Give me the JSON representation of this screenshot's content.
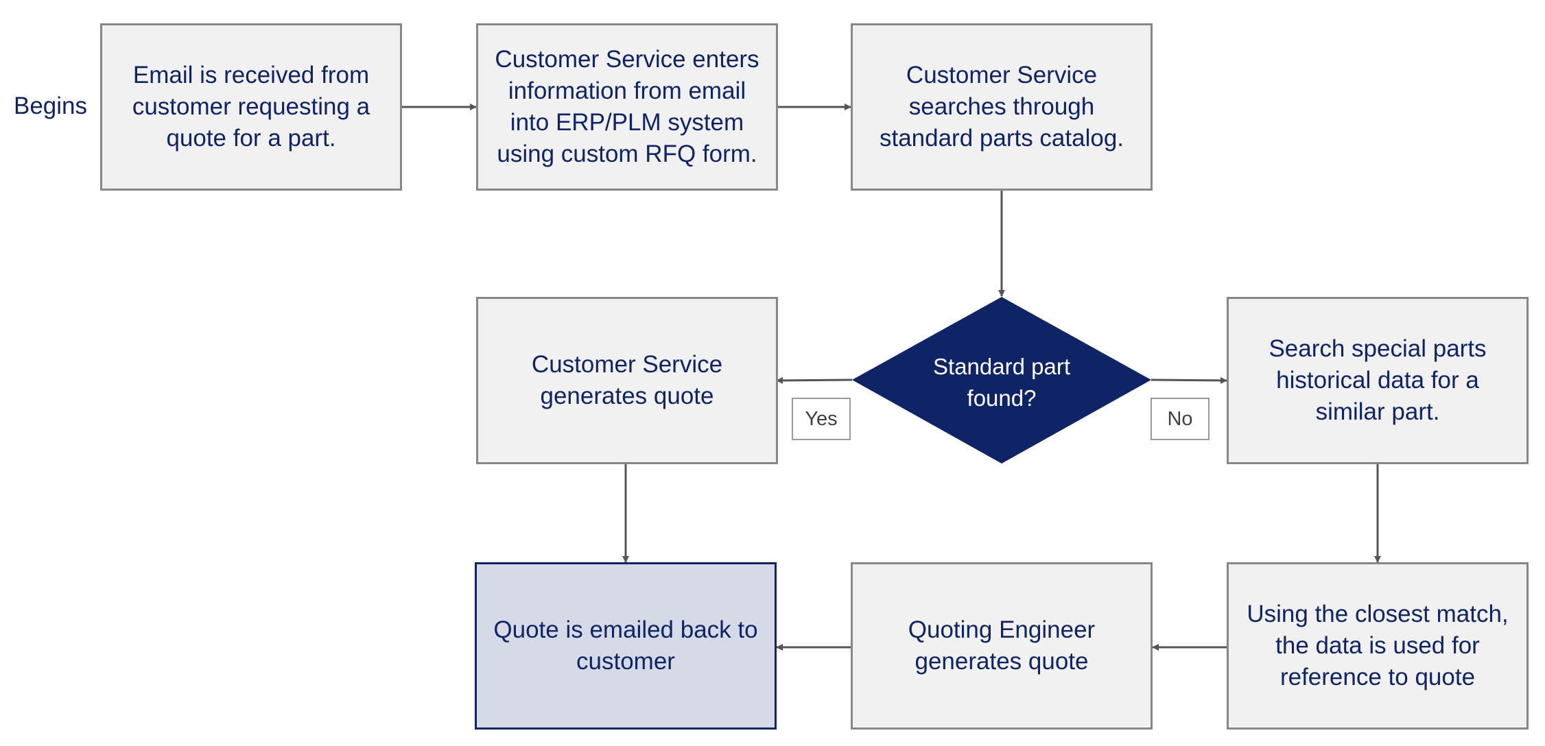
{
  "start_label": "Begins",
  "steps": {
    "email_received": "Email is received from customer requesting a quote for a part.",
    "enter_info": "Customer Service enters information from email into ERP/PLM system using custom RFQ form.",
    "search_catalog": "Customer Service searches through standard parts catalog.",
    "cs_quote": "Customer Service generates quote",
    "search_special": "Search special parts historical data for a similar part.",
    "closest_match": "Using the closest match, the data is used for reference to quote",
    "engineer_quote": "Quoting Engineer generates quote",
    "quote_emailed": "Quote is emailed back to customer"
  },
  "decision": {
    "label": "Standard part found?",
    "yes_label": "Yes",
    "no_label": "No"
  },
  "colors": {
    "box_fill": "#f1f1f1",
    "box_border": "#878787",
    "text": "#0f2466",
    "diamond_fill": "#0f2466",
    "final_fill": "#d5dae6",
    "arrow": "#555555"
  }
}
